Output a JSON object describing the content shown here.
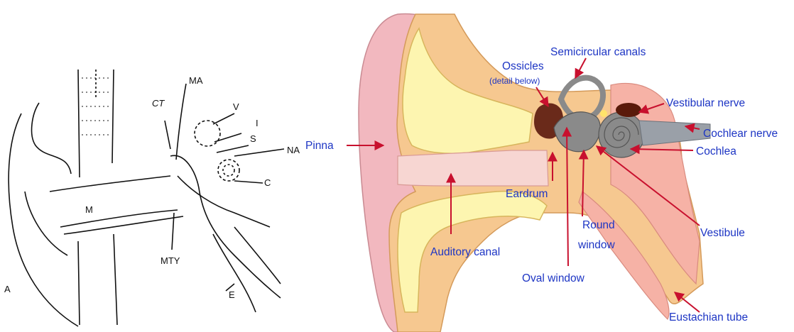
{
  "left_diagram": {
    "labels": {
      "A": "A",
      "M": "M",
      "MTY": "MTY",
      "CT": "CT",
      "MA": "MA",
      "V": "V",
      "I": "I",
      "S": "S",
      "NA": "NA",
      "C": "C",
      "E": "E"
    }
  },
  "right_diagram": {
    "labels": {
      "pinna": "Pinna",
      "ossicles": "Ossicles",
      "ossicles_note": "(detail below)",
      "semicircular_canals": "Semicircular canals",
      "vestibular_nerve": "Vestibular nerve",
      "cochlear_nerve": "Cochlear nerve",
      "cochlea": "Cochlea",
      "eardrum": "Eardrum",
      "round_window_1": "Round",
      "round_window_2": "window",
      "vestibule": "Vestibule",
      "auditory_canal": "Auditory canal",
      "oval_window": "Oval window",
      "eustachian_tube": "Eustachian tube"
    },
    "colors": {
      "pinna_skin": "#f2b8bf",
      "tissue": "#f6c890",
      "bone": "#fdf5b0",
      "canal": "#f7d6d2",
      "inner_ear": "#8a8a8a",
      "label_blue": "#1d35c4",
      "arrow_red": "#c8102e"
    }
  }
}
